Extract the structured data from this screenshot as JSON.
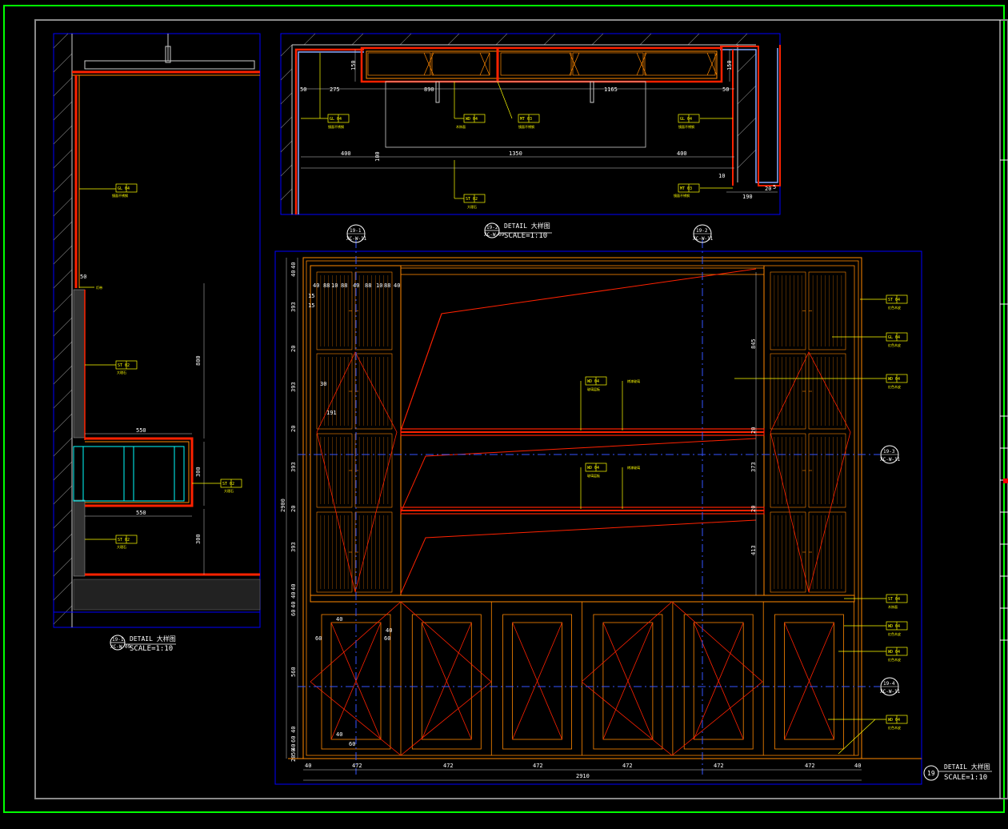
{
  "drawing": {
    "detail_1": {
      "number": "19-1",
      "sheet": "XC-W-09",
      "title": "DETAIL 大样图",
      "scale": "SCALE=1:10"
    },
    "detail_2": {
      "number": "19-2",
      "sheet": "XC-W-09",
      "title": "DETAIL 大样图",
      "scale": "SCALE=1:10"
    },
    "detail_main": {
      "number": "19",
      "title": "DETAIL 大样图",
      "scale": "SCALE=1:10"
    },
    "axis_markers": [
      {
        "num": "19-1",
        "sheet": "XC-W-11"
      },
      {
        "num": "19-2",
        "sheet": "XC-W-11"
      },
      {
        "num": "19-3",
        "sheet": "XC-W-11"
      },
      {
        "num": "19-4",
        "sheet": "XC-W-11"
      }
    ],
    "plan_dims": {
      "d150a": "150",
      "d150b": "150",
      "d50a": "50",
      "d50b": "50",
      "d275": "275",
      "d890": "890",
      "d1165": "1165",
      "d400a": "400",
      "d1350": "1350",
      "d400b": "400",
      "d100": "100",
      "d190": "190",
      "d10": "10",
      "d20": "20",
      "d5": "5"
    },
    "side_dims": {
      "d50": "50",
      "d800": "800",
      "d550a": "550",
      "d550b": "550",
      "d300a": "300",
      "d300b": "300"
    },
    "elev_dims": {
      "total_h": "2900",
      "left": [
        "40",
        "40",
        "393",
        "20",
        "393",
        "20",
        "393",
        "20",
        "393",
        "40",
        "40",
        "40",
        "60",
        "560",
        "40",
        "60",
        "40",
        "50",
        "20"
      ],
      "bottom": [
        "40",
        "472",
        "472",
        "472",
        "472",
        "472",
        "472",
        "40"
      ],
      "total_w": "2910",
      "right": [
        "845",
        "20",
        "373",
        "20",
        "413"
      ],
      "top_small": [
        "40",
        "88",
        "10",
        "88",
        "40",
        "88",
        "10",
        "88",
        "40"
      ],
      "misc": [
        "15",
        "15",
        "30",
        "191",
        "40",
        "60",
        "40",
        "60",
        "40",
        "60"
      ]
    },
    "tags": {
      "t_gl04": "GL 04",
      "t_mt03": "MT 03",
      "t_st02": "ST 02",
      "t_wd04": "WD 04",
      "t_st04": "ST 04"
    },
    "notes": {
      "n1": "镜面不锈钢",
      "n2": "大理石",
      "n3": "灯带",
      "n4": "木饰面",
      "n5": "红色木皮",
      "n6": "玻璃层板",
      "n7": "烤漆玻璃"
    },
    "colors": {
      "frame": "#00ff00",
      "border": "#888888",
      "viewport": "#0000ff",
      "red": "#ff2200",
      "orange": "#ff8800",
      "yellow": "#ffff00",
      "cyan": "#00ffff",
      "white": "#ffffff",
      "blue_dash": "#3355ff"
    }
  }
}
